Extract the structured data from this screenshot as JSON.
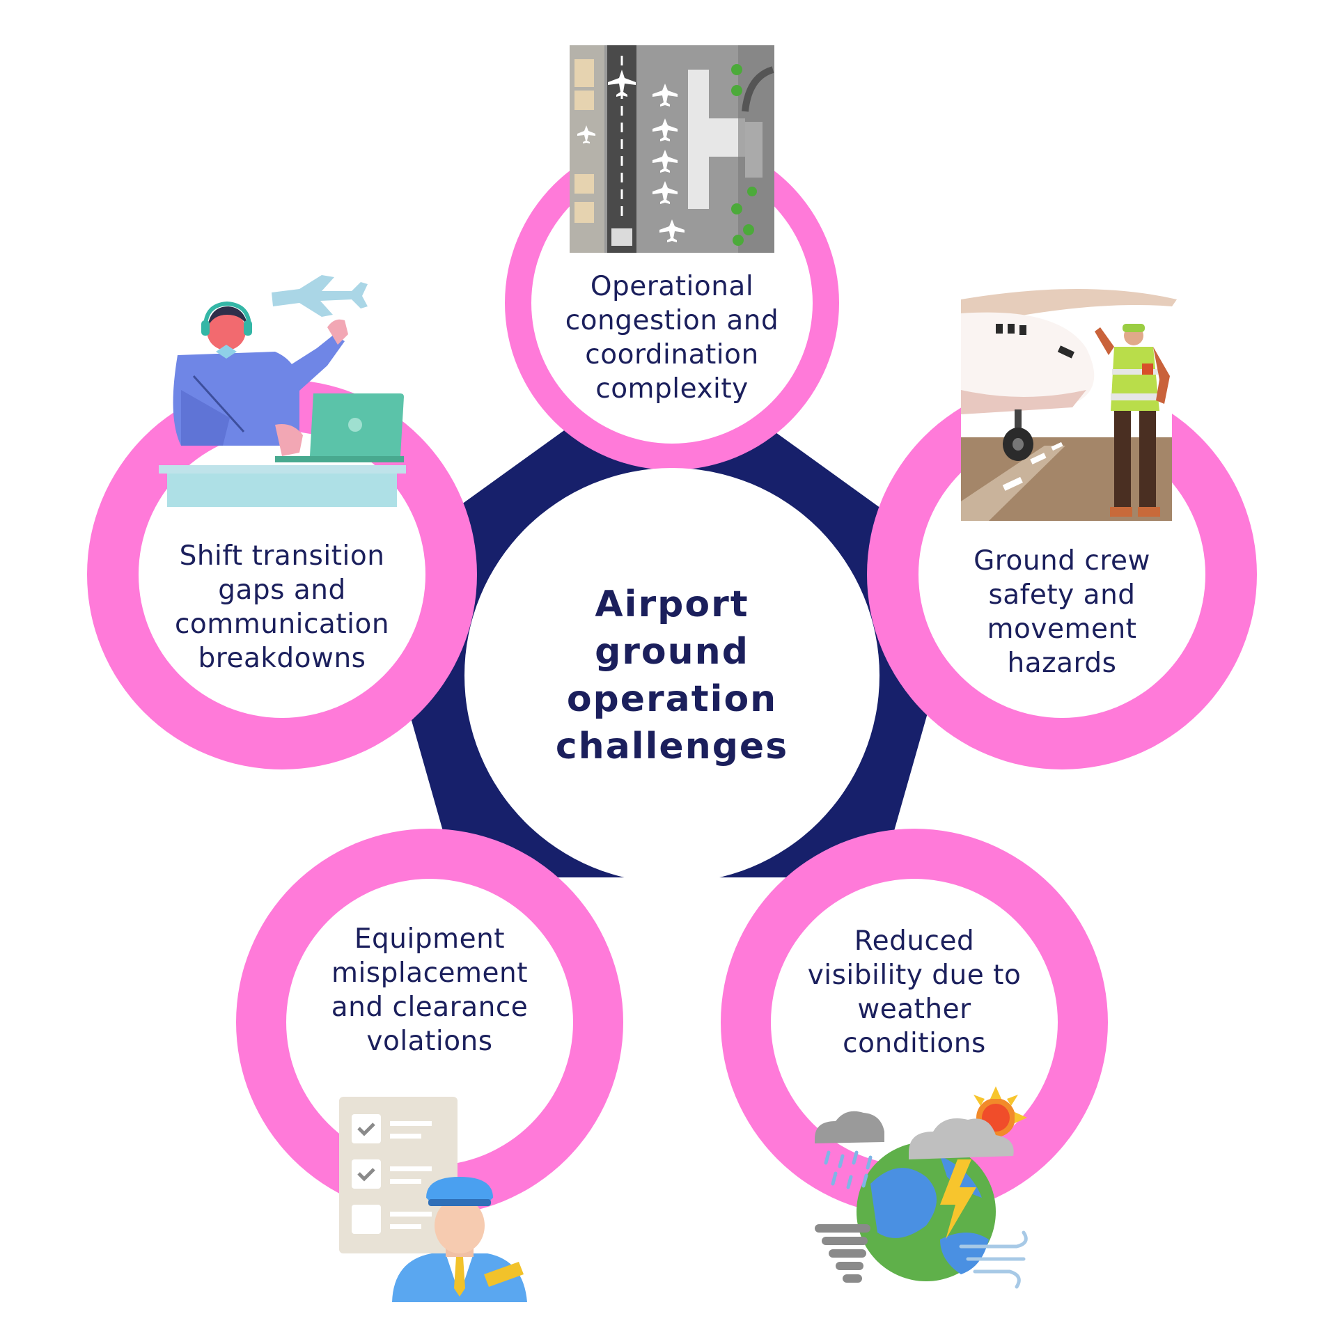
{
  "center": {
    "text": "Airport ground operation challenges"
  },
  "nodes": [
    {
      "id": "top",
      "text": "Operational congestion and coordination complexity",
      "image": "airport-aerial-map"
    },
    {
      "id": "right",
      "text": "Ground crew safety and movement hazards",
      "image": "ground-crew-marshaller"
    },
    {
      "id": "bottom-right",
      "text": "Reduced visibility due to weather conditions",
      "image": "weather-globe"
    },
    {
      "id": "bottom-left",
      "text": "Equipment misplacement and clearance volations",
      "image": "inspector-checklist"
    },
    {
      "id": "left",
      "text": "Shift transition gaps and communication breakdowns",
      "image": "controller-at-laptop"
    }
  ],
  "colors": {
    "ring": "#ff7ad9",
    "pentagon": "#17206b",
    "text": "#1b1f5c",
    "center_fill": "#ffffff"
  }
}
